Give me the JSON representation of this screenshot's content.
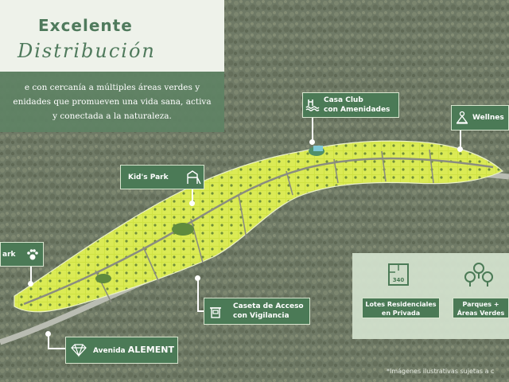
{
  "title": {
    "main": "Excelente",
    "script": "Distribución"
  },
  "description": {
    "line1": "e con cercanía a múltiples áreas verdes y",
    "line2": "enidades que promueven una vida sana, activa",
    "line3": "y conectada a la naturaleza."
  },
  "labels": {
    "casa_club": "Casa Club\ncon Amenidades",
    "wellness": "Wellnes",
    "kids_park": "Kid's Park",
    "dog_park": "ark",
    "caseta": "Caseta de Acceso\ncon Vigilancia",
    "avenida_prefix": "Avenida ",
    "avenida_name": "ALEMENT"
  },
  "panel": {
    "lotes_label": "Lotes Residenciales\nen Privada",
    "lotes_icon_number": "340",
    "parques_label": "Parques +\nÁreas Verdes"
  },
  "footnote": "*Imágenes ilustrativas sujetas a c",
  "colors": {
    "brand_green": "#4b7a56",
    "title_green": "#4f7a5c",
    "lot_yellow": "#d6e84a",
    "forest": "#6f7a66"
  },
  "icons": {
    "casa_club": "pool-icon",
    "wellness": "meditation-icon",
    "kids_park": "playground-icon",
    "dog_park": "paw-icon",
    "caseta": "guardhouse-icon",
    "avenida": "diamond-icon",
    "lotes": "floorplan-icon",
    "parques": "trees-icon"
  }
}
